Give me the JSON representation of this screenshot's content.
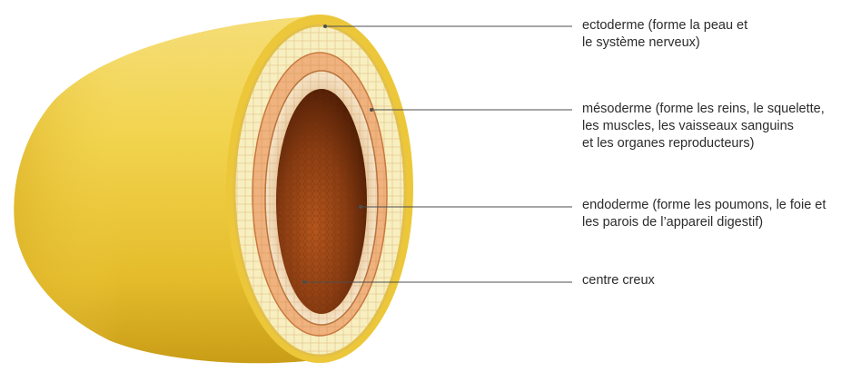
{
  "labels": [
    {
      "id": "ectoderm",
      "lines": [
        "ectoderme (forme la peau et",
        "le système nerveux)"
      ]
    },
    {
      "id": "mesoderm",
      "lines": [
        "mésoderme (forme les reins, le squelette,",
        "les muscles, les vaisseaux sanguins",
        "et les organes reproducteurs)"
      ]
    },
    {
      "id": "endoderm",
      "lines": [
        "endoderme (forme les poumons, le foie et",
        "les parois de l’appareil digestif)"
      ]
    },
    {
      "id": "hollow",
      "lines": [
        "centre creux"
      ]
    }
  ],
  "colors": {
    "ectoderm_outer": "#e6c332",
    "ectoderm_cells": "#f7efc0",
    "mesoderm": "#f0b27e",
    "endoderm": "#efd9b5",
    "cavity": "#8a3d12",
    "leader": "#4d4d4d"
  }
}
